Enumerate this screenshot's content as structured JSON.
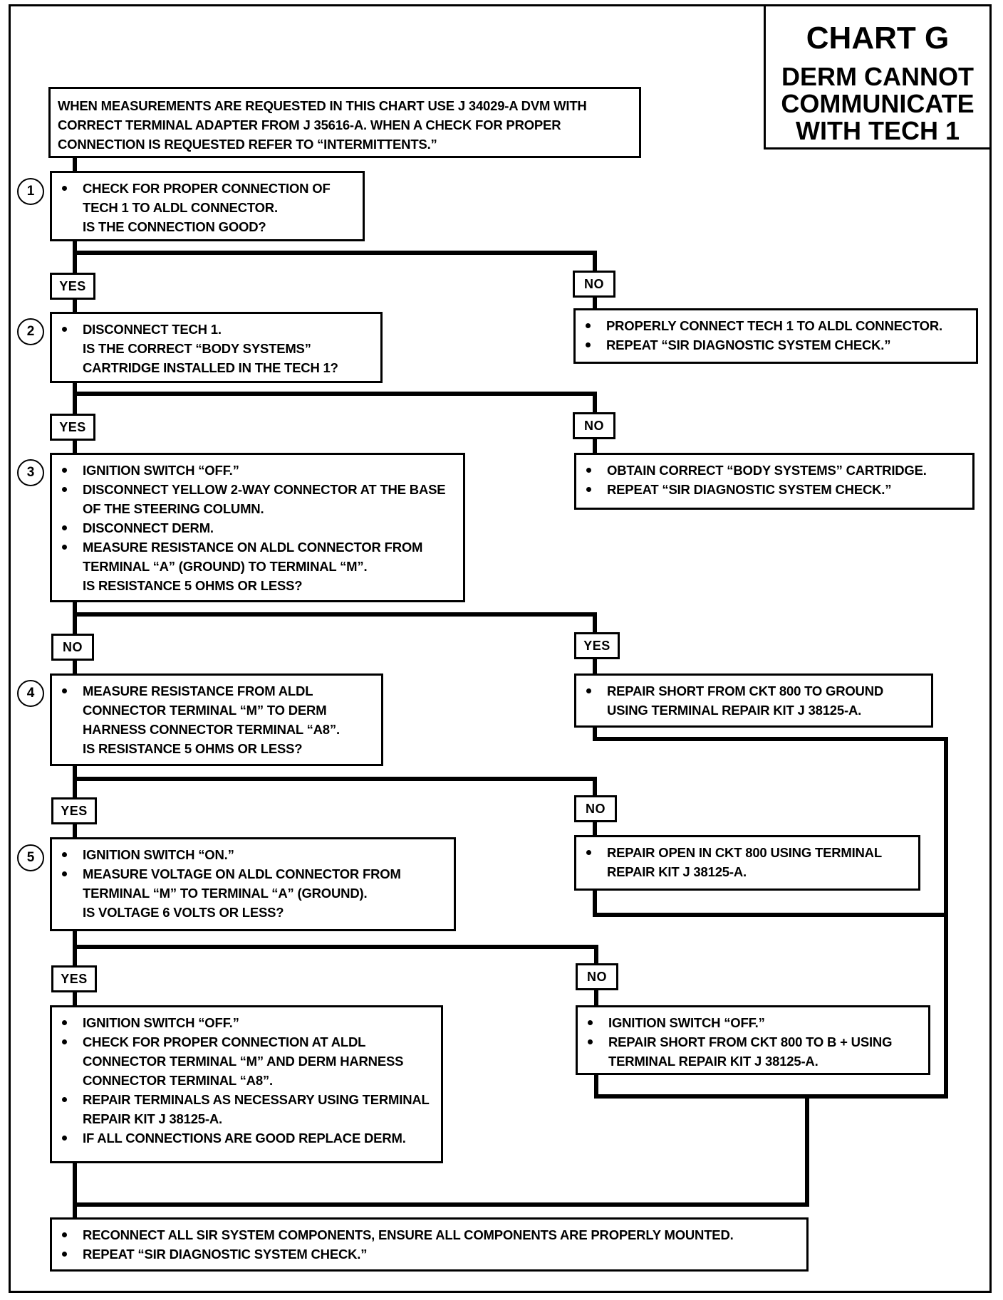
{
  "header": {
    "chart_id": "CHART G",
    "title_lines": [
      "DERM CANNOT",
      "COMMUNICATE",
      "WITH TECH 1"
    ]
  },
  "intro": "WHEN MEASUREMENTS ARE REQUESTED IN THIS CHART USE J 34029-A DVM WITH CORRECT TERMINAL ADAPTER FROM J 35616-A.  WHEN A CHECK FOR PROPER CONNECTION IS REQUESTED REFER TO “INTERMITTENTS.”",
  "steps": [
    {
      "number": "1",
      "items": [
        "CHECK FOR PROPER CONNECTION OF TECH 1 TO ALDL CONNECTOR."
      ],
      "question": "IS THE CONNECTION GOOD?"
    },
    {
      "number": "2",
      "items": [
        "DISCONNECT TECH 1."
      ],
      "question": "IS THE CORRECT “BODY SYSTEMS” CARTRIDGE INSTALLED IN THE TECH 1?"
    },
    {
      "number": "3",
      "items": [
        "IGNITION SWITCH “OFF.”",
        "DISCONNECT YELLOW 2-WAY CONNECTOR AT THE BASE OF THE STEERING COLUMN.",
        "DISCONNECT DERM.",
        "MEASURE RESISTANCE ON ALDL CONNECTOR FROM TERMINAL “A” (GROUND) TO TERMINAL “M”."
      ],
      "question": "IS RESISTANCE 5 OHMS OR LESS?"
    },
    {
      "number": "4",
      "items": [
        "MEASURE RESISTANCE FROM ALDL CONNECTOR TERMINAL “M” TO DERM HARNESS CONNECTOR TERMINAL “A8”."
      ],
      "question": "IS RESISTANCE 5 OHMS OR LESS?"
    },
    {
      "number": "5",
      "items": [
        "IGNITION SWITCH “ON.”",
        "MEASURE VOLTAGE ON ALDL CONNECTOR FROM TERMINAL “M” TO TERMINAL “A” (GROUND)."
      ],
      "question": "IS VOLTAGE 6 VOLTS OR LESS?"
    }
  ],
  "branch_labels": {
    "s1_left": "YES",
    "s1_right": "NO",
    "s2_left": "YES",
    "s2_right": "NO",
    "s3_left": "NO",
    "s3_right": "YES",
    "s4_left": "YES",
    "s4_right": "NO",
    "s5_left": "YES",
    "s5_right": "NO"
  },
  "actions": {
    "a1_no": [
      "PROPERLY CONNECT TECH 1 TO ALDL CONNECTOR.",
      "REPEAT “SIR DIAGNOSTIC SYSTEM CHECK.”"
    ],
    "a2_no": [
      "OBTAIN CORRECT “BODY SYSTEMS” CARTRIDGE.",
      "REPEAT “SIR DIAGNOSTIC SYSTEM CHECK.”"
    ],
    "a3_yes": [
      "REPAIR SHORT FROM CKT 800 TO GROUND USING TERMINAL REPAIR KIT J 38125-A."
    ],
    "a4_no": [
      "REPAIR OPEN IN CKT 800 USING TERMINAL REPAIR KIT J 38125-A."
    ],
    "a5_yes": [
      "IGNITION SWITCH “OFF.”",
      "CHECK FOR PROPER CONNECTION AT ALDL CONNECTOR TERMINAL “M” AND DERM HARNESS CONNECTOR TERMINAL “A8”.",
      "REPAIR TERMINALS AS NECESSARY USING TERMINAL REPAIR KIT J 38125-A.",
      "IF ALL CONNECTIONS ARE GOOD REPLACE DERM."
    ],
    "a5_no": [
      "IGNITION SWITCH “OFF.”",
      "REPAIR SHORT FROM CKT 800 TO B + USING TERMINAL REPAIR KIT J 38125-A."
    ],
    "final": [
      "RECONNECT ALL SIR SYSTEM COMPONENTS, ENSURE ALL COMPONENTS ARE PROPERLY MOUNTED.",
      "REPEAT “SIR DIAGNOSTIC SYSTEM CHECK.”"
    ]
  }
}
